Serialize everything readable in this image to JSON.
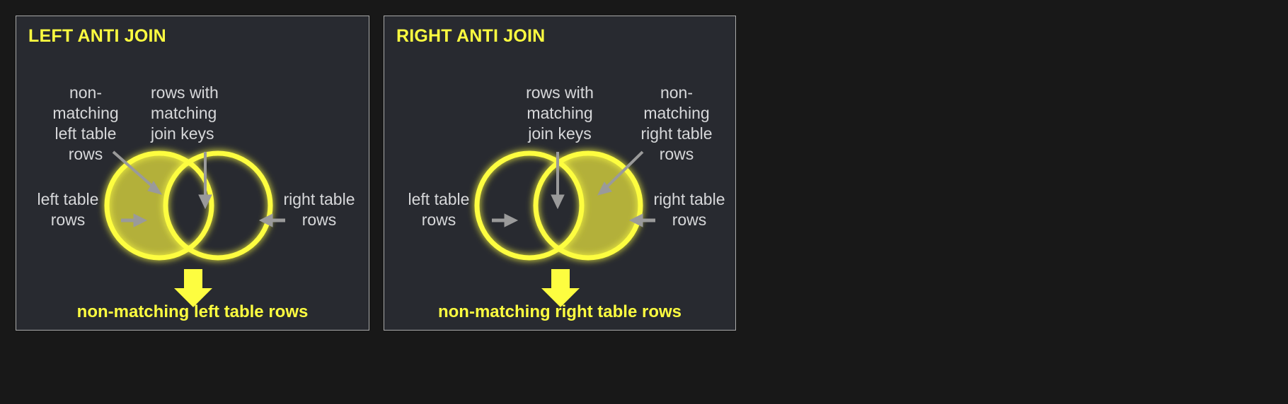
{
  "background": {
    "page_color": "#181818",
    "panel_color": "#282a30",
    "panel_border_color": "#a9a9a9",
    "accent_yellow": "#fdfd40",
    "fill_olive": "#b3b03a",
    "annotation_text_color": "#d7d8da",
    "arrow_color": "#9a9a9a"
  },
  "panels": [
    {
      "id": "left-anti-join",
      "title": "LEFT ANTI JOIN",
      "annotations": {
        "non_matching": "non-\nmatching\nleft table\nrows",
        "matching": "rows with\nmatching\njoin keys",
        "left_table": "left table\nrows",
        "right_table": "right table\nrows"
      },
      "caption": "non-matching left table rows",
      "filled_side": "left"
    },
    {
      "id": "right-anti-join",
      "title": "RIGHT ANTI JOIN",
      "annotations": {
        "matching": "rows with\nmatching\njoin keys",
        "non_matching": "non-\nmatching\nright table\nrows",
        "left_table": "left table\nrows",
        "right_table": "right table\nrows"
      },
      "caption": "non-matching right table rows",
      "filled_side": "right"
    }
  ]
}
